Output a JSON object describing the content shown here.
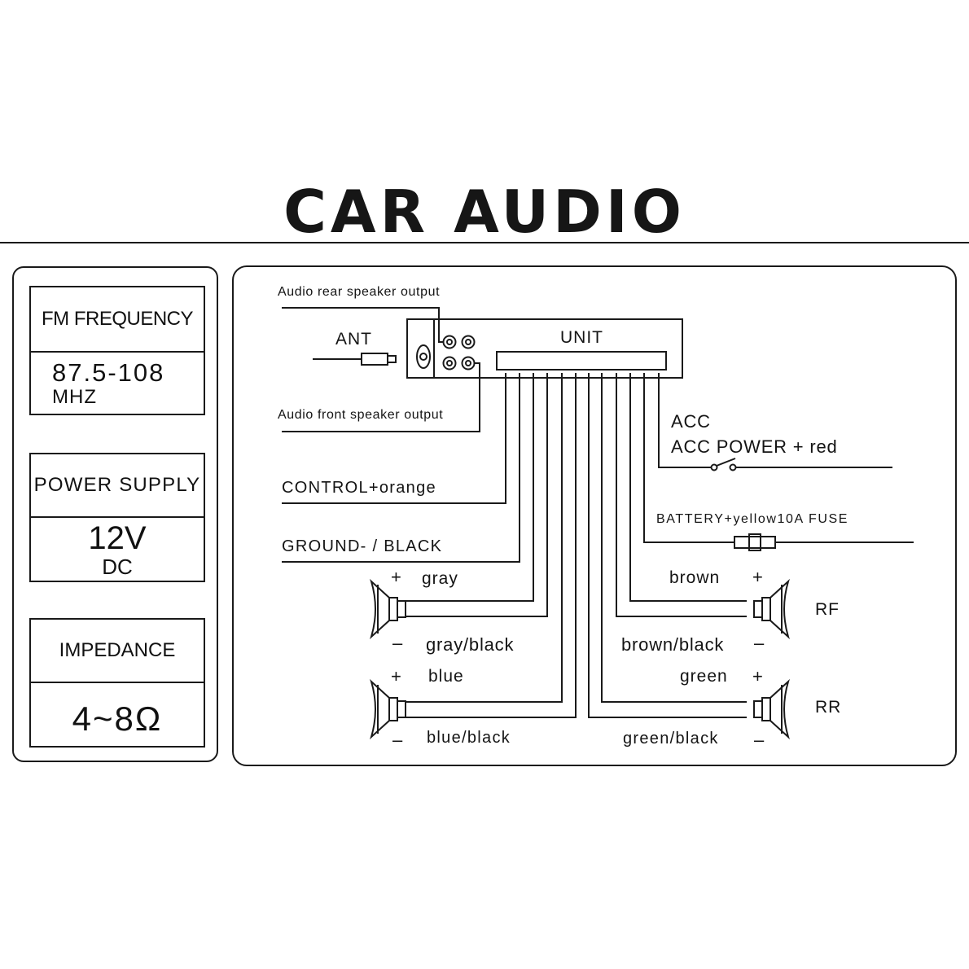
{
  "title": "CAR AUDIO",
  "specs": {
    "fm": {
      "label": "FM FREQUENCY",
      "value": "87.5-108",
      "unit": "MHZ"
    },
    "power": {
      "label": "POWER SUPPLY",
      "value": "12V",
      "unit": "DC"
    },
    "impedance": {
      "label": "IMPEDANCE",
      "value": "4~8Ω"
    }
  },
  "diagram": {
    "unit_label": "UNIT",
    "ant_label": "ANT",
    "rear_output": "Audio rear speaker output",
    "front_output": "Audio front speaker output",
    "acc": "ACC",
    "acc_power": "ACC POWER + red",
    "battery": "BATTERY+yellow10A FUSE",
    "control": "CONTROL+orange",
    "ground": "GROUND- / BLACK",
    "speakers": {
      "lf": {
        "plus_wire": "gray",
        "minus_wire": "gray/black"
      },
      "lr": {
        "plus_wire": "blue",
        "minus_wire": "blue/black"
      },
      "rf": {
        "name": "RF",
        "plus_wire": "brown",
        "minus_wire": "brown/black"
      },
      "rr": {
        "name": "RR",
        "plus_wire": "green",
        "minus_wire": "green/black"
      }
    },
    "plus_sign": "+",
    "minus_sign": "–"
  }
}
